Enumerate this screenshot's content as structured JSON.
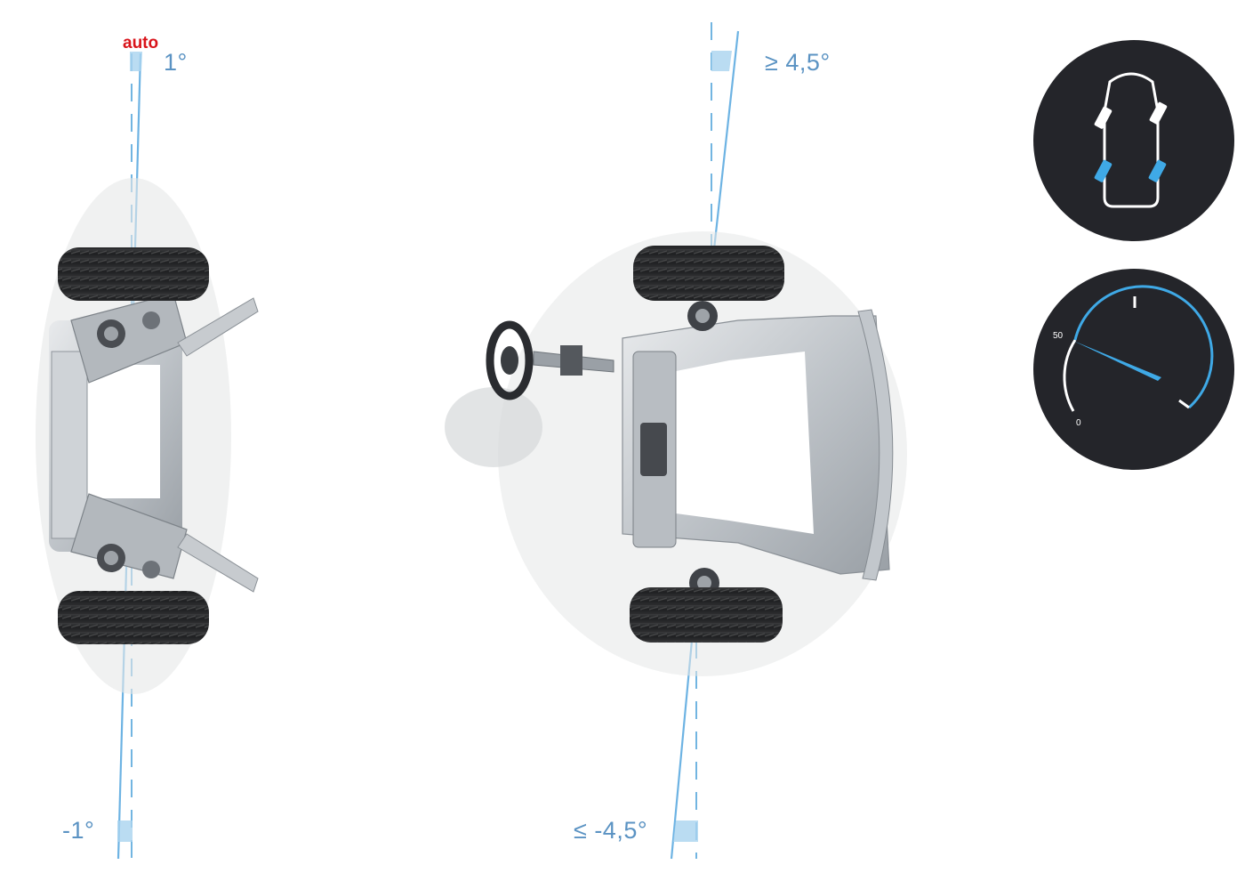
{
  "watermark": "auto",
  "angles": {
    "rear_top": "1°",
    "rear_bottom": "-1°",
    "front_top": "≥ 4,5°",
    "front_bottom": "≤ -4,5°"
  },
  "gauge": {
    "tick_mid": "50",
    "tick_zero": "0"
  },
  "colors": {
    "accent_blue": "#5aa9dc",
    "label_blue": "#5b93c3",
    "badge_bg": "#24252a"
  },
  "icons": [
    "car-steering-icon",
    "speedometer-icon"
  ]
}
